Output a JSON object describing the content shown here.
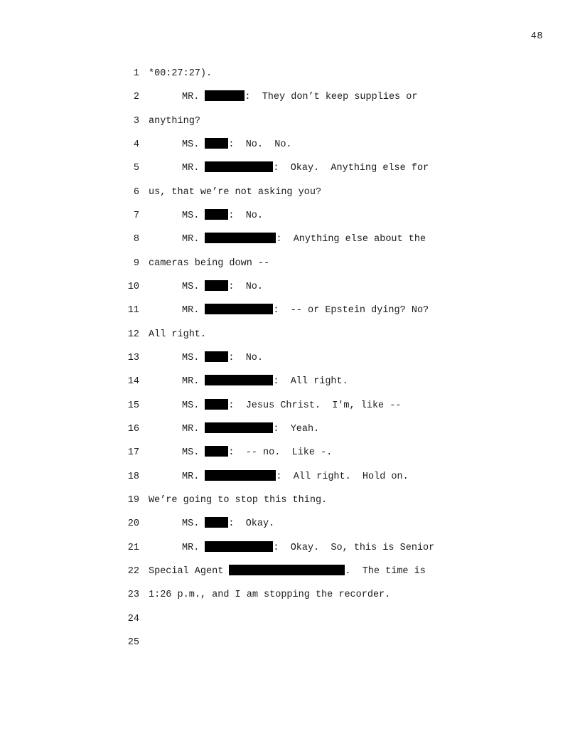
{
  "page": {
    "number": "48"
  },
  "colors": {
    "redaction": "#000000",
    "text": "#1b1b1b",
    "background": "#ffffff"
  },
  "transcript": {
    "lines": [
      {
        "num": "1",
        "indent": false,
        "segments": [
          {
            "text": "*00:27:27)."
          }
        ]
      },
      {
        "num": "2",
        "indent": true,
        "segments": [
          {
            "text": "MR. "
          },
          {
            "redact_w": 56
          },
          {
            "text": ":  They don’t keep supplies or"
          }
        ]
      },
      {
        "num": "3",
        "indent": false,
        "segments": [
          {
            "text": "anything?"
          }
        ]
      },
      {
        "num": "4",
        "indent": true,
        "segments": [
          {
            "text": "MS. "
          },
          {
            "redact_w": 33
          },
          {
            "text": ":  No.  No."
          }
        ]
      },
      {
        "num": "5",
        "indent": true,
        "segments": [
          {
            "text": "MR. "
          },
          {
            "redact_w": 96
          },
          {
            "text": ":  Okay.  Anything else for"
          }
        ]
      },
      {
        "num": "6",
        "indent": false,
        "segments": [
          {
            "text": "us, that we’re not asking you?"
          }
        ]
      },
      {
        "num": "7",
        "indent": true,
        "segments": [
          {
            "text": "MS. "
          },
          {
            "redact_w": 33
          },
          {
            "text": ":  No."
          }
        ]
      },
      {
        "num": "8",
        "indent": true,
        "segments": [
          {
            "text": "MR. "
          },
          {
            "redact_w": 100
          },
          {
            "text": ":  Anything else about the"
          }
        ]
      },
      {
        "num": "9",
        "indent": false,
        "segments": [
          {
            "text": "cameras being down --"
          }
        ]
      },
      {
        "num": "10",
        "indent": true,
        "segments": [
          {
            "text": "MS. "
          },
          {
            "redact_w": 33
          },
          {
            "text": ":  No."
          }
        ]
      },
      {
        "num": "11",
        "indent": true,
        "segments": [
          {
            "text": "MR. "
          },
          {
            "redact_w": 96
          },
          {
            "text": ":  -- or Epstein dying? No?"
          }
        ]
      },
      {
        "num": "12",
        "indent": false,
        "segments": [
          {
            "text": "All right."
          }
        ]
      },
      {
        "num": "13",
        "indent": true,
        "segments": [
          {
            "text": "MS. "
          },
          {
            "redact_w": 33
          },
          {
            "text": ":  No."
          }
        ]
      },
      {
        "num": "14",
        "indent": true,
        "segments": [
          {
            "text": "MR. "
          },
          {
            "redact_w": 96
          },
          {
            "text": ":  All right."
          }
        ]
      },
      {
        "num": "15",
        "indent": true,
        "segments": [
          {
            "text": "MS. "
          },
          {
            "redact_w": 33
          },
          {
            "text": ":  Jesus Christ.  I'm, like --"
          }
        ]
      },
      {
        "num": "16",
        "indent": true,
        "segments": [
          {
            "text": "MR. "
          },
          {
            "redact_w": 96
          },
          {
            "text": ":  Yeah."
          }
        ]
      },
      {
        "num": "17",
        "indent": true,
        "segments": [
          {
            "text": "MS. "
          },
          {
            "redact_w": 33
          },
          {
            "text": ":  -- no.  Like -."
          }
        ]
      },
      {
        "num": "18",
        "indent": true,
        "segments": [
          {
            "text": "MR. "
          },
          {
            "redact_w": 100
          },
          {
            "text": ":  All right.  Hold on."
          }
        ]
      },
      {
        "num": "19",
        "indent": false,
        "segments": [
          {
            "text": "We’re going to stop this thing."
          }
        ]
      },
      {
        "num": "20",
        "indent": true,
        "segments": [
          {
            "text": "MS. "
          },
          {
            "redact_w": 33
          },
          {
            "text": ":  Okay."
          }
        ]
      },
      {
        "num": "21",
        "indent": true,
        "segments": [
          {
            "text": "MR. "
          },
          {
            "redact_w": 96
          },
          {
            "text": ":  Okay.  So, this is Senior"
          }
        ]
      },
      {
        "num": "22",
        "indent": false,
        "segments": [
          {
            "text": "Special Agent "
          },
          {
            "redact_w": 163
          },
          {
            "text": ".  The time is"
          }
        ]
      },
      {
        "num": "23",
        "indent": false,
        "segments": [
          {
            "text": "1:26 p.m., and I am stopping the recorder."
          }
        ]
      },
      {
        "num": "24",
        "indent": false,
        "segments": []
      },
      {
        "num": "25",
        "indent": false,
        "segments": []
      }
    ]
  }
}
